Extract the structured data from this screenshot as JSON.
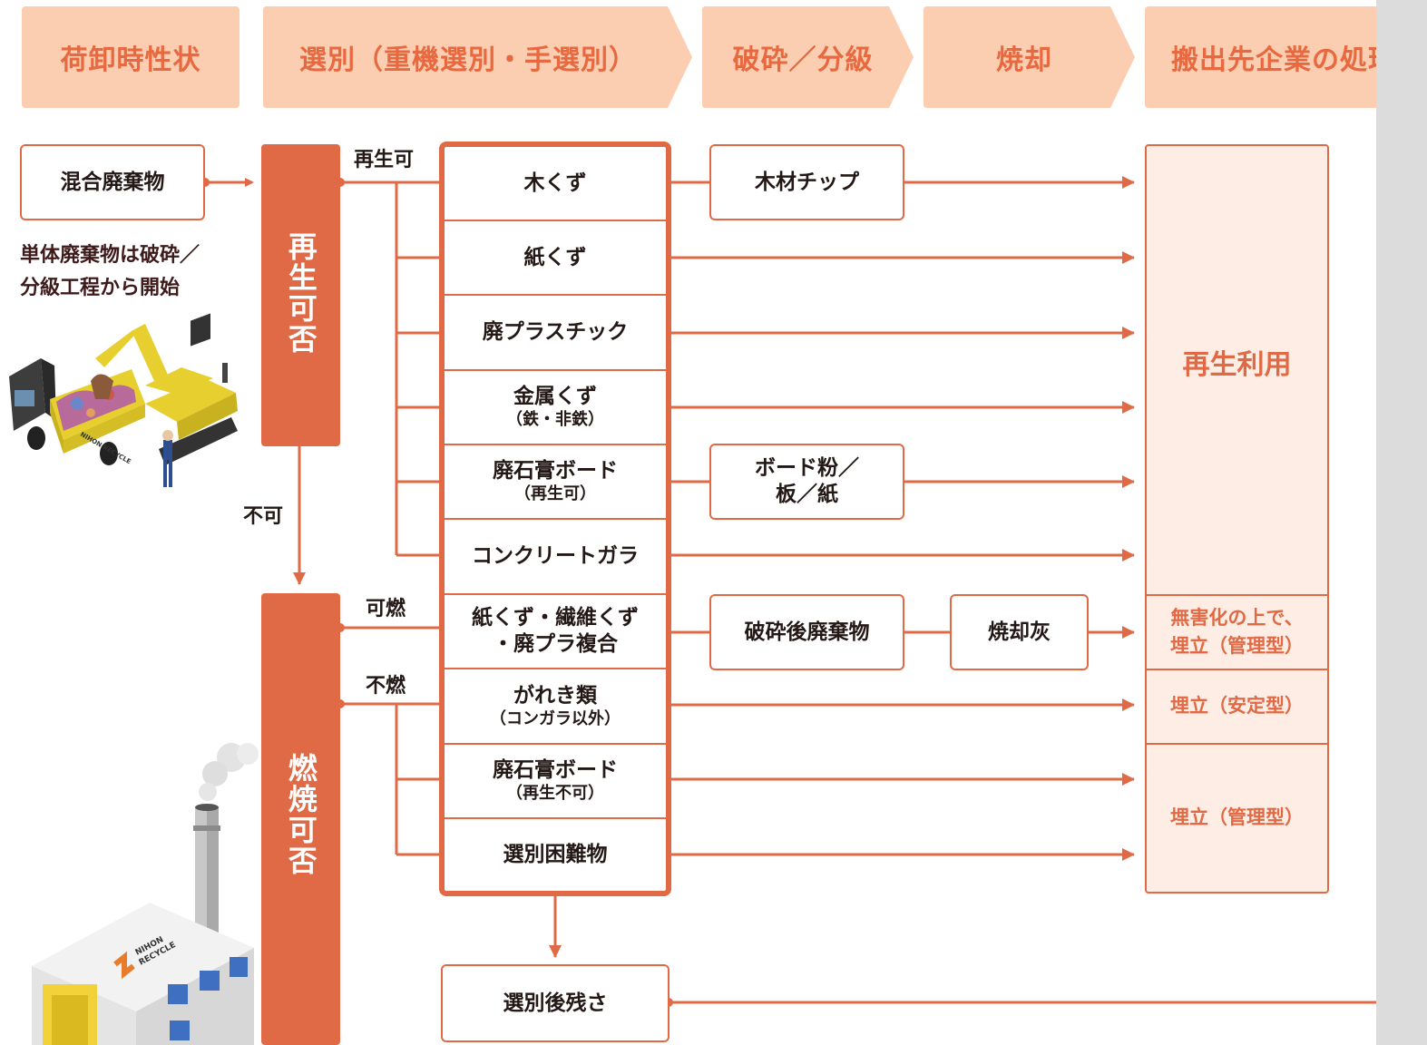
{
  "stages": [
    "荷卸時性状",
    "選別（重機選別・手選別）",
    "破砕／分級",
    "焼却",
    "搬出先企業の処理"
  ],
  "inputs": {
    "mixed_waste": "混合廃棄物",
    "single_waste_note_line1": "単体廃棄物は破砕／",
    "single_waste_note_line2": "分級工程から開始"
  },
  "decisions": {
    "recyclable": "再生可否",
    "combustible": "燃焼可否",
    "yes_recycle": "再生可",
    "not_possible": "不可",
    "combustible_yes": "可燃",
    "incombustible": "不燃"
  },
  "sorted_items": [
    {
      "name": "木くず",
      "sub": ""
    },
    {
      "name": "紙くず",
      "sub": ""
    },
    {
      "name": "廃プラスチック",
      "sub": ""
    },
    {
      "name": "金属くず",
      "sub": "（鉄・非鉄）"
    },
    {
      "name": "廃石膏ボード",
      "sub": "（再生可）"
    },
    {
      "name": "コンクリートガラ",
      "sub": ""
    },
    {
      "name": "紙くず・繊維くず",
      "sub": "・廃プラ複合"
    },
    {
      "name": "がれき類",
      "sub": "（コンガラ以外）"
    },
    {
      "name": "廃石膏ボード",
      "sub": "（再生不可）"
    },
    {
      "name": "選別困難物",
      "sub": ""
    }
  ],
  "crushing": {
    "wood_chip": "木材チップ",
    "board_line1": "ボード粉／",
    "board_line2": "板／紙",
    "crushed_waste": "破砕後廃棄物"
  },
  "incineration": {
    "ash": "焼却灰"
  },
  "residue": "選別後残さ",
  "destinations": {
    "recycle": "再生利用",
    "landfill_safe_line1": "無害化の上で、",
    "landfill_safe_line2": "埋立（管理型）",
    "landfill_stable": "埋立（安定型）",
    "landfill_managed": "埋立（管理型）"
  },
  "illustrations": {
    "truck_logo": "NIHON RECYCLE",
    "factory_logo_line1": "NIHON",
    "factory_logo_line2": "RECYCLE"
  },
  "colors": {
    "accent": "#e06a45",
    "stage_fill": "#fbcdb1",
    "stage_text": "#e8693f",
    "dest_fill": "#fdede4"
  }
}
